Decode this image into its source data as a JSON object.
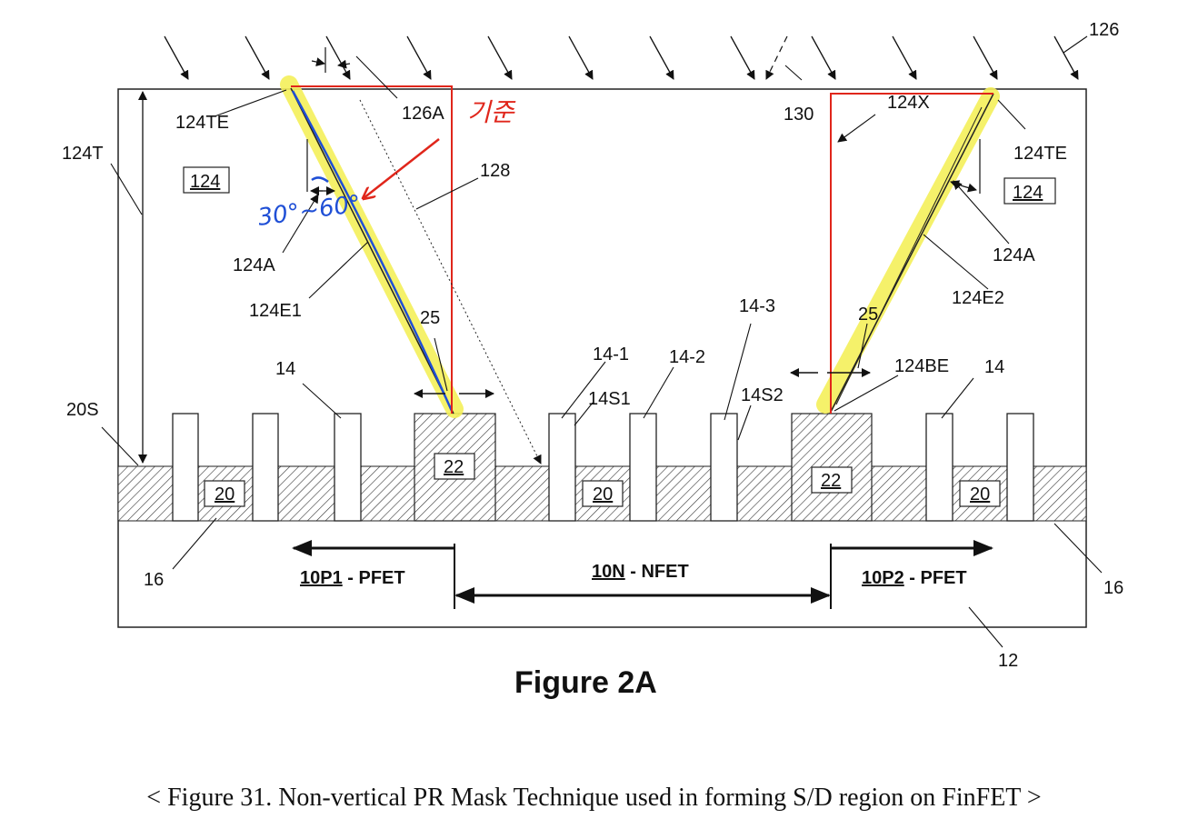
{
  "figure": {
    "title": "Figure 2A",
    "caption": "< Figure 31. Non-vertical PR Mask Technique used in forming S/D region on FinFET >"
  },
  "labels": {
    "l126": "126",
    "l126A": "126A",
    "l130": "130",
    "l124X": "124X",
    "l124TE_left": "124TE",
    "l124TE_right": "124TE",
    "l124T": "124T",
    "l124_left": "124",
    "l124_right": "124",
    "l128": "128",
    "l124A_left": "124A",
    "l124A_right": "124A",
    "l124E1": "124E1",
    "l124E2": "124E2",
    "l25_left": "25",
    "l25_right": "25",
    "l14_left": "14",
    "l14_right": "14",
    "l14_1": "14-1",
    "l14_2": "14-2",
    "l14_3": "14-3",
    "l14S1": "14S1",
    "l14S2": "14S2",
    "l124BE": "124BE",
    "l20S": "20S",
    "l22_left": "22",
    "l22_right": "22",
    "l20_a": "20",
    "l20_b": "20",
    "l20_c": "20",
    "l16_left": "16",
    "l16_right": "16",
    "l12": "12",
    "region_p1_id": "10P1",
    "region_p1_type": " - PFET",
    "region_n_id": "10N",
    "region_n_type": " - NFET",
    "region_p2_id": "10P2",
    "region_p2_type": " - PFET"
  },
  "annotations": {
    "korean_note": "기준",
    "angle_note": "30°~60°",
    "note_color": "#e0261b",
    "angle_color": "#1f4fd6",
    "highlight_color": "#f5f05a"
  }
}
